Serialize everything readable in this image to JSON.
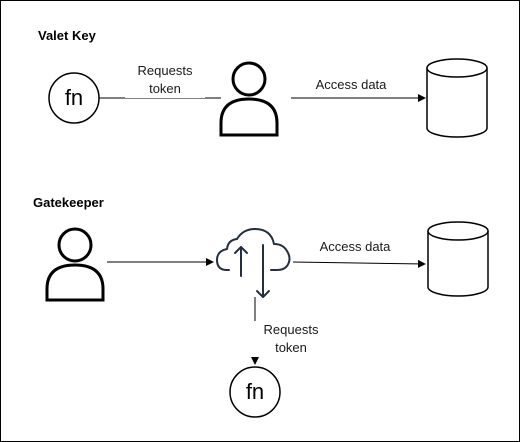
{
  "sections": {
    "valet_key": {
      "title": "Valet Key",
      "requests_label": [
        "Requests",
        "token"
      ],
      "access_label": "Access data",
      "function_text": "fn"
    },
    "gatekeeper": {
      "title": "Gatekeeper",
      "requests_label": [
        "Requests",
        "token"
      ],
      "access_label": "Access data",
      "function_text": "fn"
    }
  },
  "icons": {
    "user": "user-icon",
    "database": "database-icon",
    "function": "function-icon",
    "cloud": "cloud-upload-download-icon"
  },
  "colors": {
    "stroke": "#000000",
    "cloud_stroke": "#232f3e",
    "text": "#1a1a1a"
  }
}
